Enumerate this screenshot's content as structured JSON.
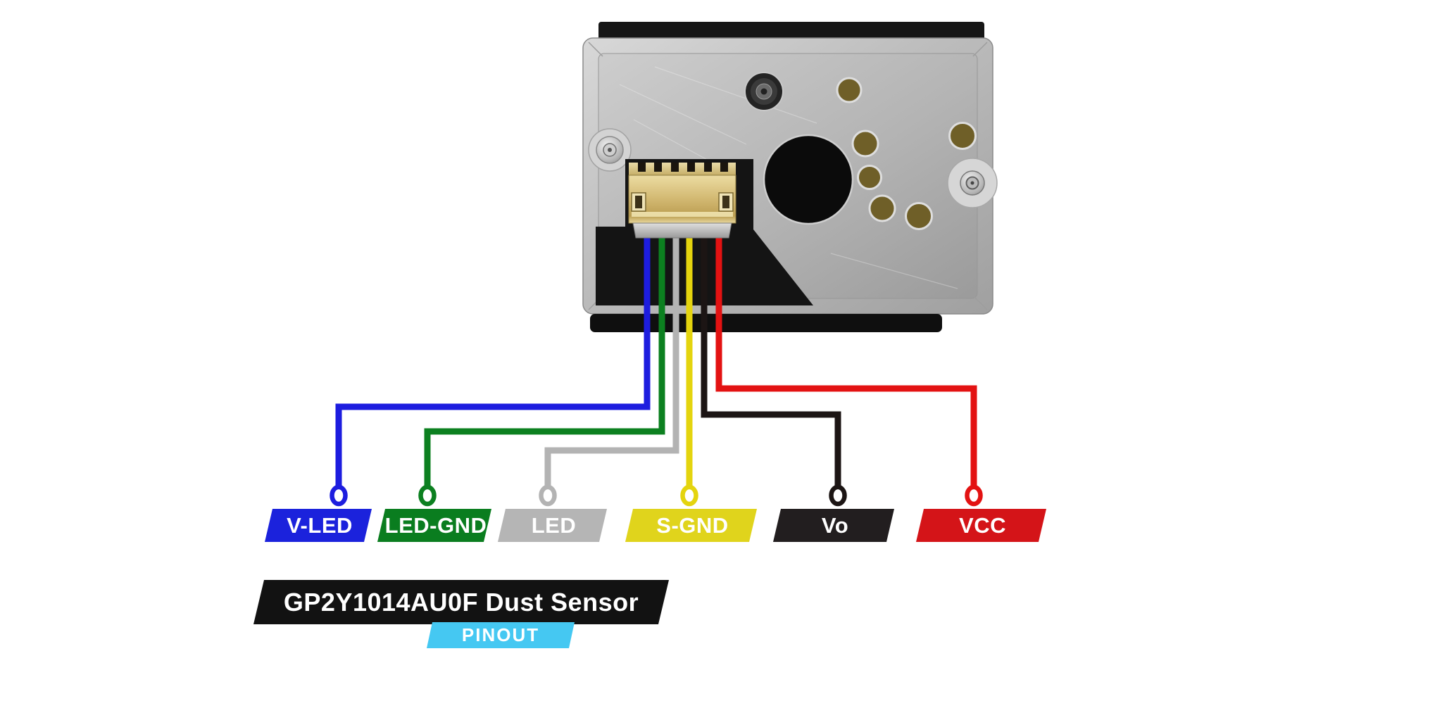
{
  "title": {
    "text": "GP2Y1014AU0F Dust Sensor",
    "badge": "PINOUT"
  },
  "colors": {
    "background": "#ffffff",
    "title_bar": "#121212",
    "title_text": "#ffffff",
    "badge_bg": "#45c8f2",
    "badge_text": "#ffffff",
    "label_text": "#ffffff"
  },
  "sensor": {
    "description": "GP2Y1014AU0F optical dust sensor, metal case top view with 6-pin connector and colored jumper wires"
  },
  "pins": [
    {
      "label": "V-LED",
      "wire": "blue",
      "label_color": "#1b22dc",
      "wire_color": "#1d1ddf"
    },
    {
      "label": "LED-GND",
      "wire": "green",
      "label_color": "#0a7d1f",
      "wire_color": "#0c8020"
    },
    {
      "label": "LED",
      "wire": "gray",
      "label_color": "#b5b5b5",
      "wire_color": "#b3b3b3"
    },
    {
      "label": "S-GND",
      "wire": "yellow",
      "label_color": "#e0d41c",
      "wire_color": "#e4d40e"
    },
    {
      "label": "Vo",
      "wire": "black",
      "label_color": "#221e1f",
      "wire_color": "#1c1514"
    },
    {
      "label": "VCC",
      "wire": "red",
      "label_color": "#d41418",
      "wire_color": "#e31212"
    }
  ]
}
